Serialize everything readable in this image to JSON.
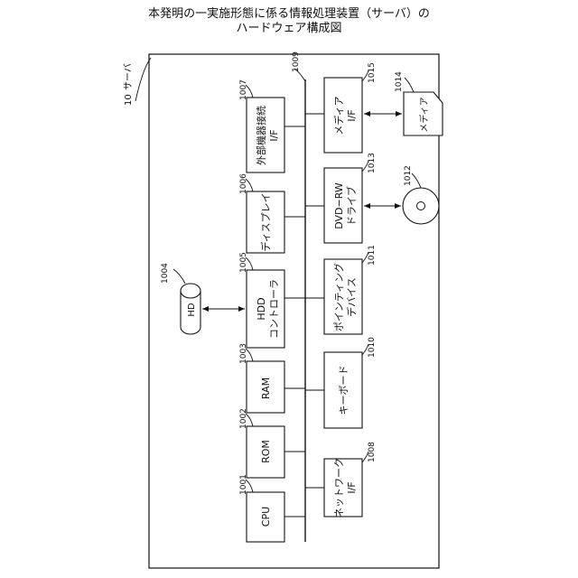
{
  "title": {
    "line1": "本発明の一実施形態に係る情報処理装置（サーバ）の",
    "line2": "ハードウェア構成図"
  },
  "server": {
    "ref": "10",
    "label": "サーバ"
  },
  "bus": {
    "ref": "1009"
  },
  "components": {
    "cpu": {
      "ref": "1001",
      "label": [
        "CPU"
      ]
    },
    "rom": {
      "ref": "1002",
      "label": [
        "ROM"
      ]
    },
    "ram": {
      "ref": "1003",
      "label": [
        "RAM"
      ]
    },
    "hdd_controller": {
      "ref": "1005",
      "label": [
        "HDD",
        "コントローラ"
      ]
    },
    "display": {
      "ref": "1006",
      "label": [
        "ディスプレイ"
      ]
    },
    "external_if": {
      "ref": "1007",
      "label": [
        "外部機器接続",
        "I/F"
      ]
    },
    "network_if": {
      "ref": "1008",
      "label": [
        "ネットワーク",
        "I/F"
      ]
    },
    "keyboard": {
      "ref": "1010",
      "label": [
        "キーボード"
      ]
    },
    "pointing": {
      "ref": "1011",
      "label": [
        "ポインティング",
        "デバイス"
      ]
    },
    "dvd_drive": {
      "ref": "1013",
      "label": [
        "DVD−RW",
        "ドライブ"
      ]
    },
    "media_if": {
      "ref": "1015",
      "label": [
        "メディア",
        "I/F"
      ]
    }
  },
  "externals": {
    "hd": {
      "ref": "1004",
      "label": "HD"
    },
    "disc": {
      "ref": "1012"
    },
    "media": {
      "ref": "1014",
      "label": "メディア"
    }
  }
}
